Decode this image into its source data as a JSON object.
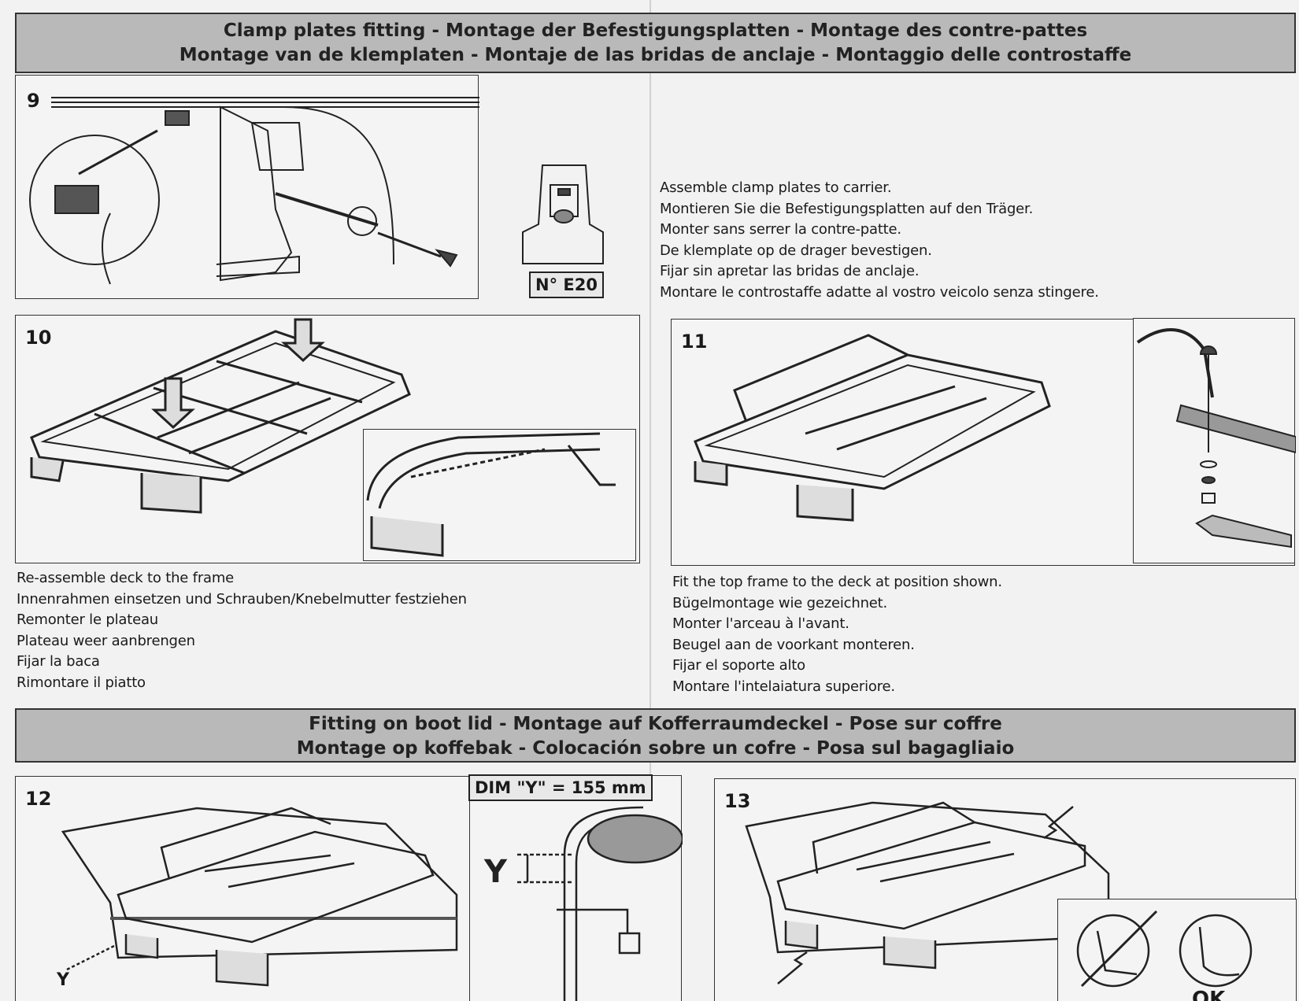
{
  "header1": {
    "line1": "Clamp plates fitting - Montage der Befestigungsplatten - Montage des contre-pattes",
    "line2": "Montage van de klemplaten - Montaje de las bridas de anclaje - Montaggio delle controstaffe"
  },
  "step9": {
    "number": "9",
    "part_label": "N° E20",
    "instructions": [
      "Assemble clamp plates to carrier.",
      "Montieren Sie die Befestigungsplatten auf den Träger.",
      "Monter sans serrer la contre-patte.",
      "De klemplate op de drager bevestigen.",
      "Fijar sin apretar las bridas de anclaje.",
      "Montare le controstaffe adatte al vostro veicolo senza stingere."
    ]
  },
  "step10": {
    "number": "10",
    "instructions": [
      "Re-assemble deck to the frame",
      "Innenrahmen einsetzen und Schrauben/Knebelmutter festziehen",
      "Remonter le plateau",
      "Plateau weer aanbrengen",
      "Fijar la baca",
      "Rimontare il piatto"
    ]
  },
  "step11": {
    "number": "11",
    "instructions": [
      "Fit the top frame to the deck at position shown.",
      "Bügelmontage wie gezeichnet.",
      "Monter l'arceau à l'avant.",
      "Beugel aan de voorkant monteren.",
      "Fijar el soporte alto",
      "Montare l'intelaiatura superiore."
    ]
  },
  "header2": {
    "line1": "Fitting on boot lid - Montage auf Kofferraumdeckel - Pose sur coffre",
    "line2": "Montage op koffebak - Colocación sobre un cofre - Posa sul bagagliaio"
  },
  "step12": {
    "number": "12",
    "dim_label": "DIM \"Y\" = 155 mm",
    "y_marker": "Y"
  },
  "step13": {
    "number": "13",
    "ok_label": "OK"
  }
}
